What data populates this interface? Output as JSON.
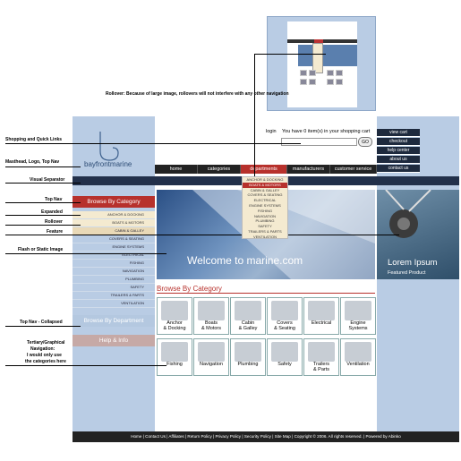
{
  "annotations": {
    "rollover_note": "Rollover: Because of large image, rollovers will not interfere with any other navigation",
    "shopping": "Shopping and Quick Links",
    "masthead": "Masthead, Logo, Top Nav",
    "visual_sep": "Visual Separator",
    "top_nav": "Top Nav",
    "expanded": "Expanded",
    "rollover": "Rollover",
    "feature": "Feature",
    "flash": "Flash or Static Image",
    "top_nav_collapsed": "Top Nav - Collapsed",
    "tertiary": [
      "Tertiary/Graphical",
      "Navigation:",
      "I would only use",
      "the categories here"
    ]
  },
  "logo": "bayfrontmarine",
  "header": {
    "login": "login",
    "cart": "You have 0 item(s) in your shopping cart",
    "go": "GO"
  },
  "right_buttons": [
    "view cart",
    "checkout",
    "help center",
    "about us",
    "contact us"
  ],
  "nav": [
    "home",
    "categories",
    "departments",
    "manufacturers",
    "customer service"
  ],
  "dropdown": [
    "ANCHOR & DOCKING",
    "BOATS & MOTORS",
    "CABIN & GALLEY",
    "COVERS & SEATING",
    "ELECTRICAL",
    "ENGINE SYSTEMS",
    "FISHING",
    "NAVIGATION",
    "PLUMBING",
    "SAFETY",
    "TRAILERS & PARTS",
    "VENTILATION"
  ],
  "sidebar": {
    "browse_category": "Browse By Category",
    "categories": [
      "ANCHOR & DOCKING",
      "BOATS & MOTORS",
      "CABIN & GALLEY",
      "COVERS & SEATING",
      "ENGINE SYSTEMS",
      "ELECTRICAL",
      "FISHING",
      "NAVIGATION",
      "PLUMBING",
      "SAFETY",
      "TRAILERS & PARTS",
      "VENTILATION"
    ],
    "browse_department": "Browse By Department",
    "help_info": "Help & Info"
  },
  "hero": {
    "text": "Welcome to          marine.com"
  },
  "featured": {
    "title": "Lorem Ipsum",
    "subtitle": "Featured Product"
  },
  "browse_title": "Browse By Category",
  "tiles": [
    [
      "Anchor",
      "& Docking"
    ],
    [
      "Boats",
      "& Motors"
    ],
    [
      "Cabin",
      "& Galley"
    ],
    [
      "Covers",
      "& Seating"
    ],
    [
      "Electrical",
      ""
    ],
    [
      "Engine",
      "Systems"
    ],
    [
      "Fishing",
      ""
    ],
    [
      "Navigation",
      ""
    ],
    [
      "Plumbing",
      ""
    ],
    [
      "Safety",
      ""
    ],
    [
      "Trailers",
      "& Parts"
    ],
    [
      "Ventilation",
      ""
    ]
  ],
  "footer": "Home  |  Contact Us  |  Affiliates  |  Return Policy  |  Privacy Policy  |  Security Policy  |  Site Map  |  Copyright © 2006. All rights reserved.  |  Powered by Abinko"
}
